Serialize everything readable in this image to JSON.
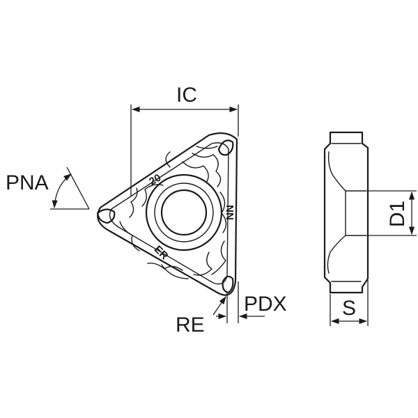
{
  "labels": {
    "ic": "IC",
    "pna": "PNA",
    "re": "RE",
    "pdx": "PDX",
    "d1": "D1",
    "s": "S"
  },
  "insert_marks": {
    "size": "20",
    "pitch": "NN",
    "hand": "ER"
  },
  "colors": {
    "line": "#1a1a1a",
    "background": "#ffffff"
  }
}
